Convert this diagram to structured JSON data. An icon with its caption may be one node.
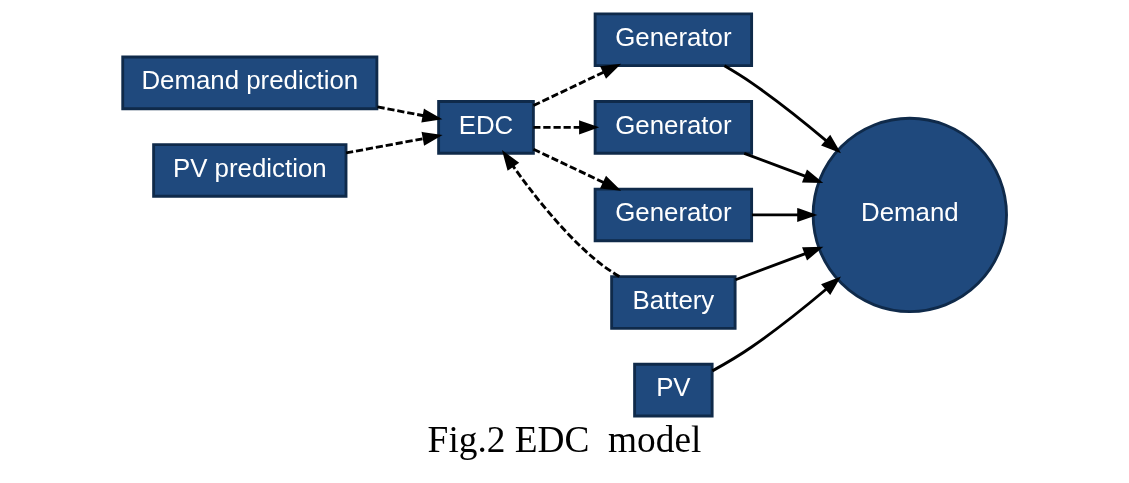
{
  "diagram": {
    "caption": "Fig.2 EDC  model",
    "nodes": [
      {
        "text": [
          "Demand prediction"
        ]
      },
      {
        "text": [
          "EDC"
        ]
      },
      {
        "text": [
          "PV prediction"
        ]
      },
      {
        "text": [
          "Generator"
        ]
      },
      {
        "text": [
          "Generator"
        ]
      },
      {
        "text": [
          "Generator"
        ]
      },
      {
        "text": [
          "Battery"
        ]
      },
      {
        "text": [
          "PV"
        ]
      },
      {
        "text": [
          "Demand"
        ]
      }
    ],
    "edges": [
      {
        "from": 6,
        "to": 1,
        "arrow": "to",
        "style": "dashed"
      },
      {
        "from": 0,
        "to": 1,
        "arrow": "to",
        "style": "dashed"
      },
      {
        "from": 2,
        "to": 1,
        "arrow": "to",
        "style": "dashed"
      },
      {
        "from": 1,
        "to": 3,
        "arrow": "to",
        "style": "dashed"
      },
      {
        "from": 1,
        "to": 4,
        "arrow": "to",
        "style": "dashed"
      },
      {
        "from": 1,
        "to": 5,
        "arrow": "to",
        "style": "dashed"
      },
      {
        "from": 3,
        "to": 8,
        "arrow": "to"
      },
      {
        "from": 4,
        "to": 8,
        "arrow": "to"
      },
      {
        "from": 5,
        "to": 8,
        "arrow": "to"
      },
      {
        "from": 6,
        "to": 8,
        "arrow": "to"
      },
      {
        "from": 7,
        "to": 8,
        "arrow": "to"
      }
    ]
  }
}
